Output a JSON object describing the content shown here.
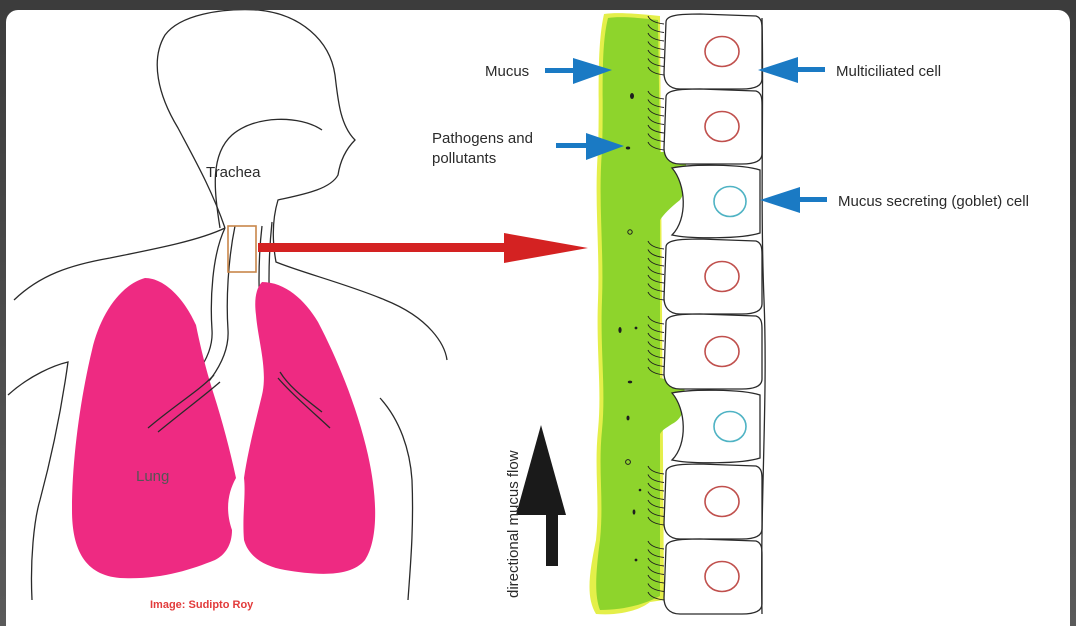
{
  "labels": {
    "trachea": "Trachea",
    "lung": "Lung",
    "mucus": "Mucus",
    "pathogens_line1": "Pathogens and",
    "pathogens_line2": "pollutants",
    "multiciliated": "Multiciliated cell",
    "goblet": "Mucus secreting (goblet) cell",
    "flow": "directional mucus flow",
    "credit": "Image: Sudipto Roy"
  },
  "colors": {
    "lung": "#ee2a82",
    "mucus": "#8ed42c",
    "mucus_edge": "#e4ef4a",
    "arrow_blue": "#1a7ac4",
    "arrow_red": "#d42222",
    "nucleus_ciliated": "#c0504d",
    "nucleus_goblet": "#4fb3c4",
    "credit": "#e23a3a",
    "trachea_box": "#c8864a"
  },
  "cells": [
    {
      "type": "multiciliated"
    },
    {
      "type": "multiciliated"
    },
    {
      "type": "goblet"
    },
    {
      "type": "multiciliated"
    },
    {
      "type": "multiciliated"
    },
    {
      "type": "goblet"
    },
    {
      "type": "multiciliated"
    },
    {
      "type": "multiciliated"
    }
  ]
}
